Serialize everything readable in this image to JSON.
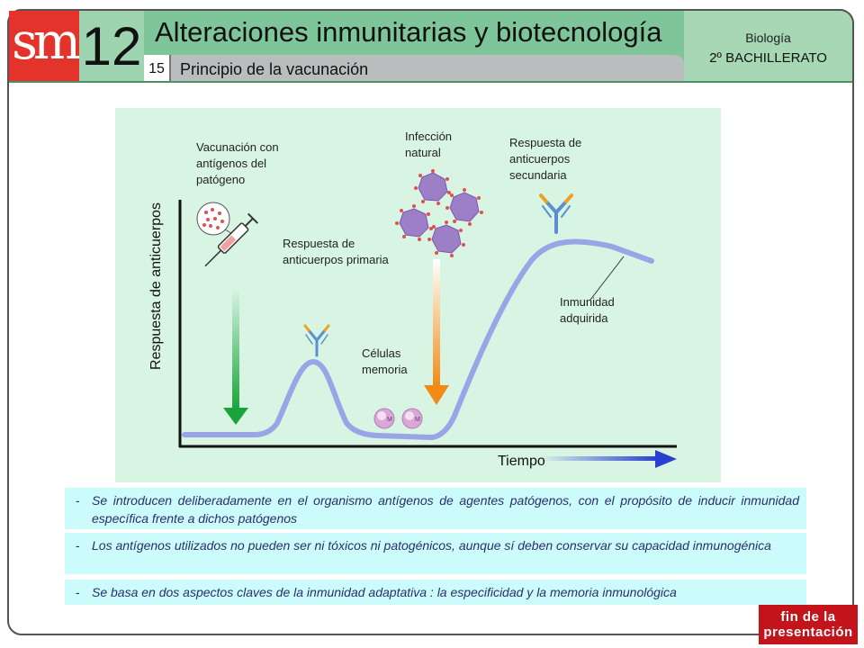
{
  "header": {
    "logo": "sm",
    "chapter_number": "12",
    "title": "Alteraciones inmunitarias y biotecnología",
    "section_number": "15",
    "section_title": "Principio de la vacunación",
    "subject": "Biología",
    "level": "2º BACHILLERATO"
  },
  "diagram": {
    "y_axis_label": "Respuesta de anticuerpos",
    "x_axis_label": "Tiempo",
    "labels": {
      "vaccination": "Vacunación con antígenos del patógeno",
      "primary": "Respuesta de anticuerpos primaria",
      "infection": "Infección natural",
      "secondary": "Respuesta de anticuerpos secundaria",
      "immunity": "Inmunidad adquirida",
      "memory": "Células memoria"
    },
    "memory_cell_glyph": "M",
    "colors": {
      "background": "#d8f5e4",
      "curve": "#9aa5e8",
      "vaccination_arrow": "#1aa33a",
      "infection_arrow": "#f08a14",
      "time_arrow": "#2a3fd0",
      "virus": "#9d7fc8",
      "antibody_heavy": "#5b8fcf",
      "antibody_tip": "#f0a020"
    }
  },
  "bullets": [
    "Se introducen deliberadamente en el organismo antígenos de agentes patógenos, con el propósito de inducir inmunidad específica frente a dichos patógenos",
    "Los antígenos utilizados no pueden ser ni tóxicos ni patogénicos, aunque sí deben conservar su capacidad inmunogénica",
    "Se basa en dos aspectos claves de la inmunidad adaptativa : la especificidad y la memoria inmunológica"
  ],
  "bullet_marker": "-",
  "end_button": "fin de la presentación"
}
